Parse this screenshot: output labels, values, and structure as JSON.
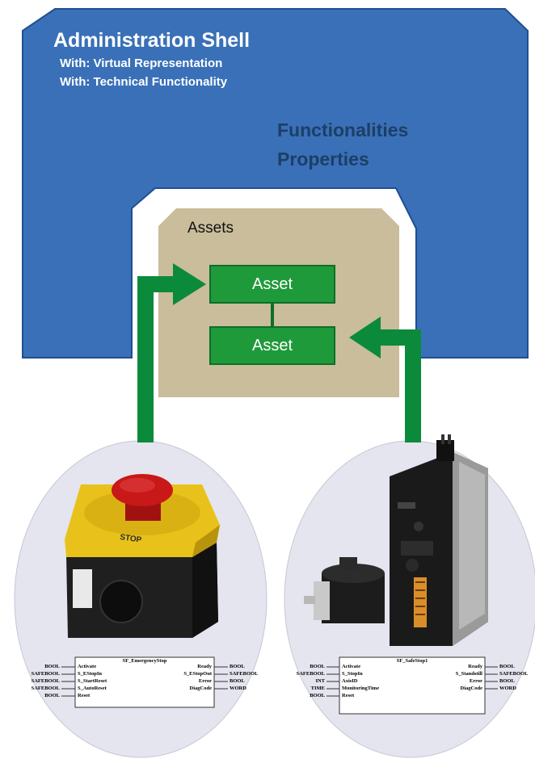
{
  "shell": {
    "title": "Administration Shell",
    "subtitle1": "With: Virtual Representation",
    "subtitle2": "With: Technical Functionality",
    "functionalities": "Functionalities",
    "properties": "Properties"
  },
  "assets": {
    "label": "Assets",
    "asset1": "Asset",
    "asset2": "Asset"
  },
  "colors": {
    "shell_blue": "#3a70b8",
    "shell_border": "#1e4f92",
    "assets_khaki": "#c9bd9b",
    "asset_green": "#1f9a3a",
    "arrow_green": "#0c8a3c",
    "oval_gray": "#e4e5ee"
  },
  "icons": {
    "left_device": "emergency-stop-button-icon",
    "right_device": "servo-drive-motor-icon"
  },
  "fb_left": {
    "title": "SF_EmergencyStop",
    "inputs": [
      {
        "type": "BOOL",
        "name": "Activate"
      },
      {
        "type": "SAFEBOOL",
        "name": "S_EStopIn"
      },
      {
        "type": "SAFEBOOL",
        "name": "S_StartReset"
      },
      {
        "type": "SAFEBOOL",
        "name": "S_AutoReset"
      },
      {
        "type": "BOOL",
        "name": "Reset"
      }
    ],
    "outputs": [
      {
        "type": "BOOL",
        "name": "Ready"
      },
      {
        "type": "SAFEBOOL",
        "name": "S_EStopOut"
      },
      {
        "type": "BOOL",
        "name": "Error"
      },
      {
        "type": "WORD",
        "name": "DiagCode"
      }
    ]
  },
  "fb_right": {
    "title": "SF_SafeStop1",
    "inputs": [
      {
        "type": "BOOL",
        "name": "Activate"
      },
      {
        "type": "SAFEBOOL",
        "name": "S_StopIn"
      },
      {
        "type": "INT",
        "name": "AxisID"
      },
      {
        "type": "TIME",
        "name": "MonitoringTime"
      },
      {
        "type": "BOOL",
        "name": "Reset"
      }
    ],
    "outputs": [
      {
        "type": "BOOL",
        "name": "Ready"
      },
      {
        "type": "SAFEBOOL",
        "name": "S_Standstill"
      },
      {
        "type": "BOOL",
        "name": "Error"
      },
      {
        "type": "WORD",
        "name": "DiagCode"
      }
    ]
  },
  "stop_label": "STOP"
}
